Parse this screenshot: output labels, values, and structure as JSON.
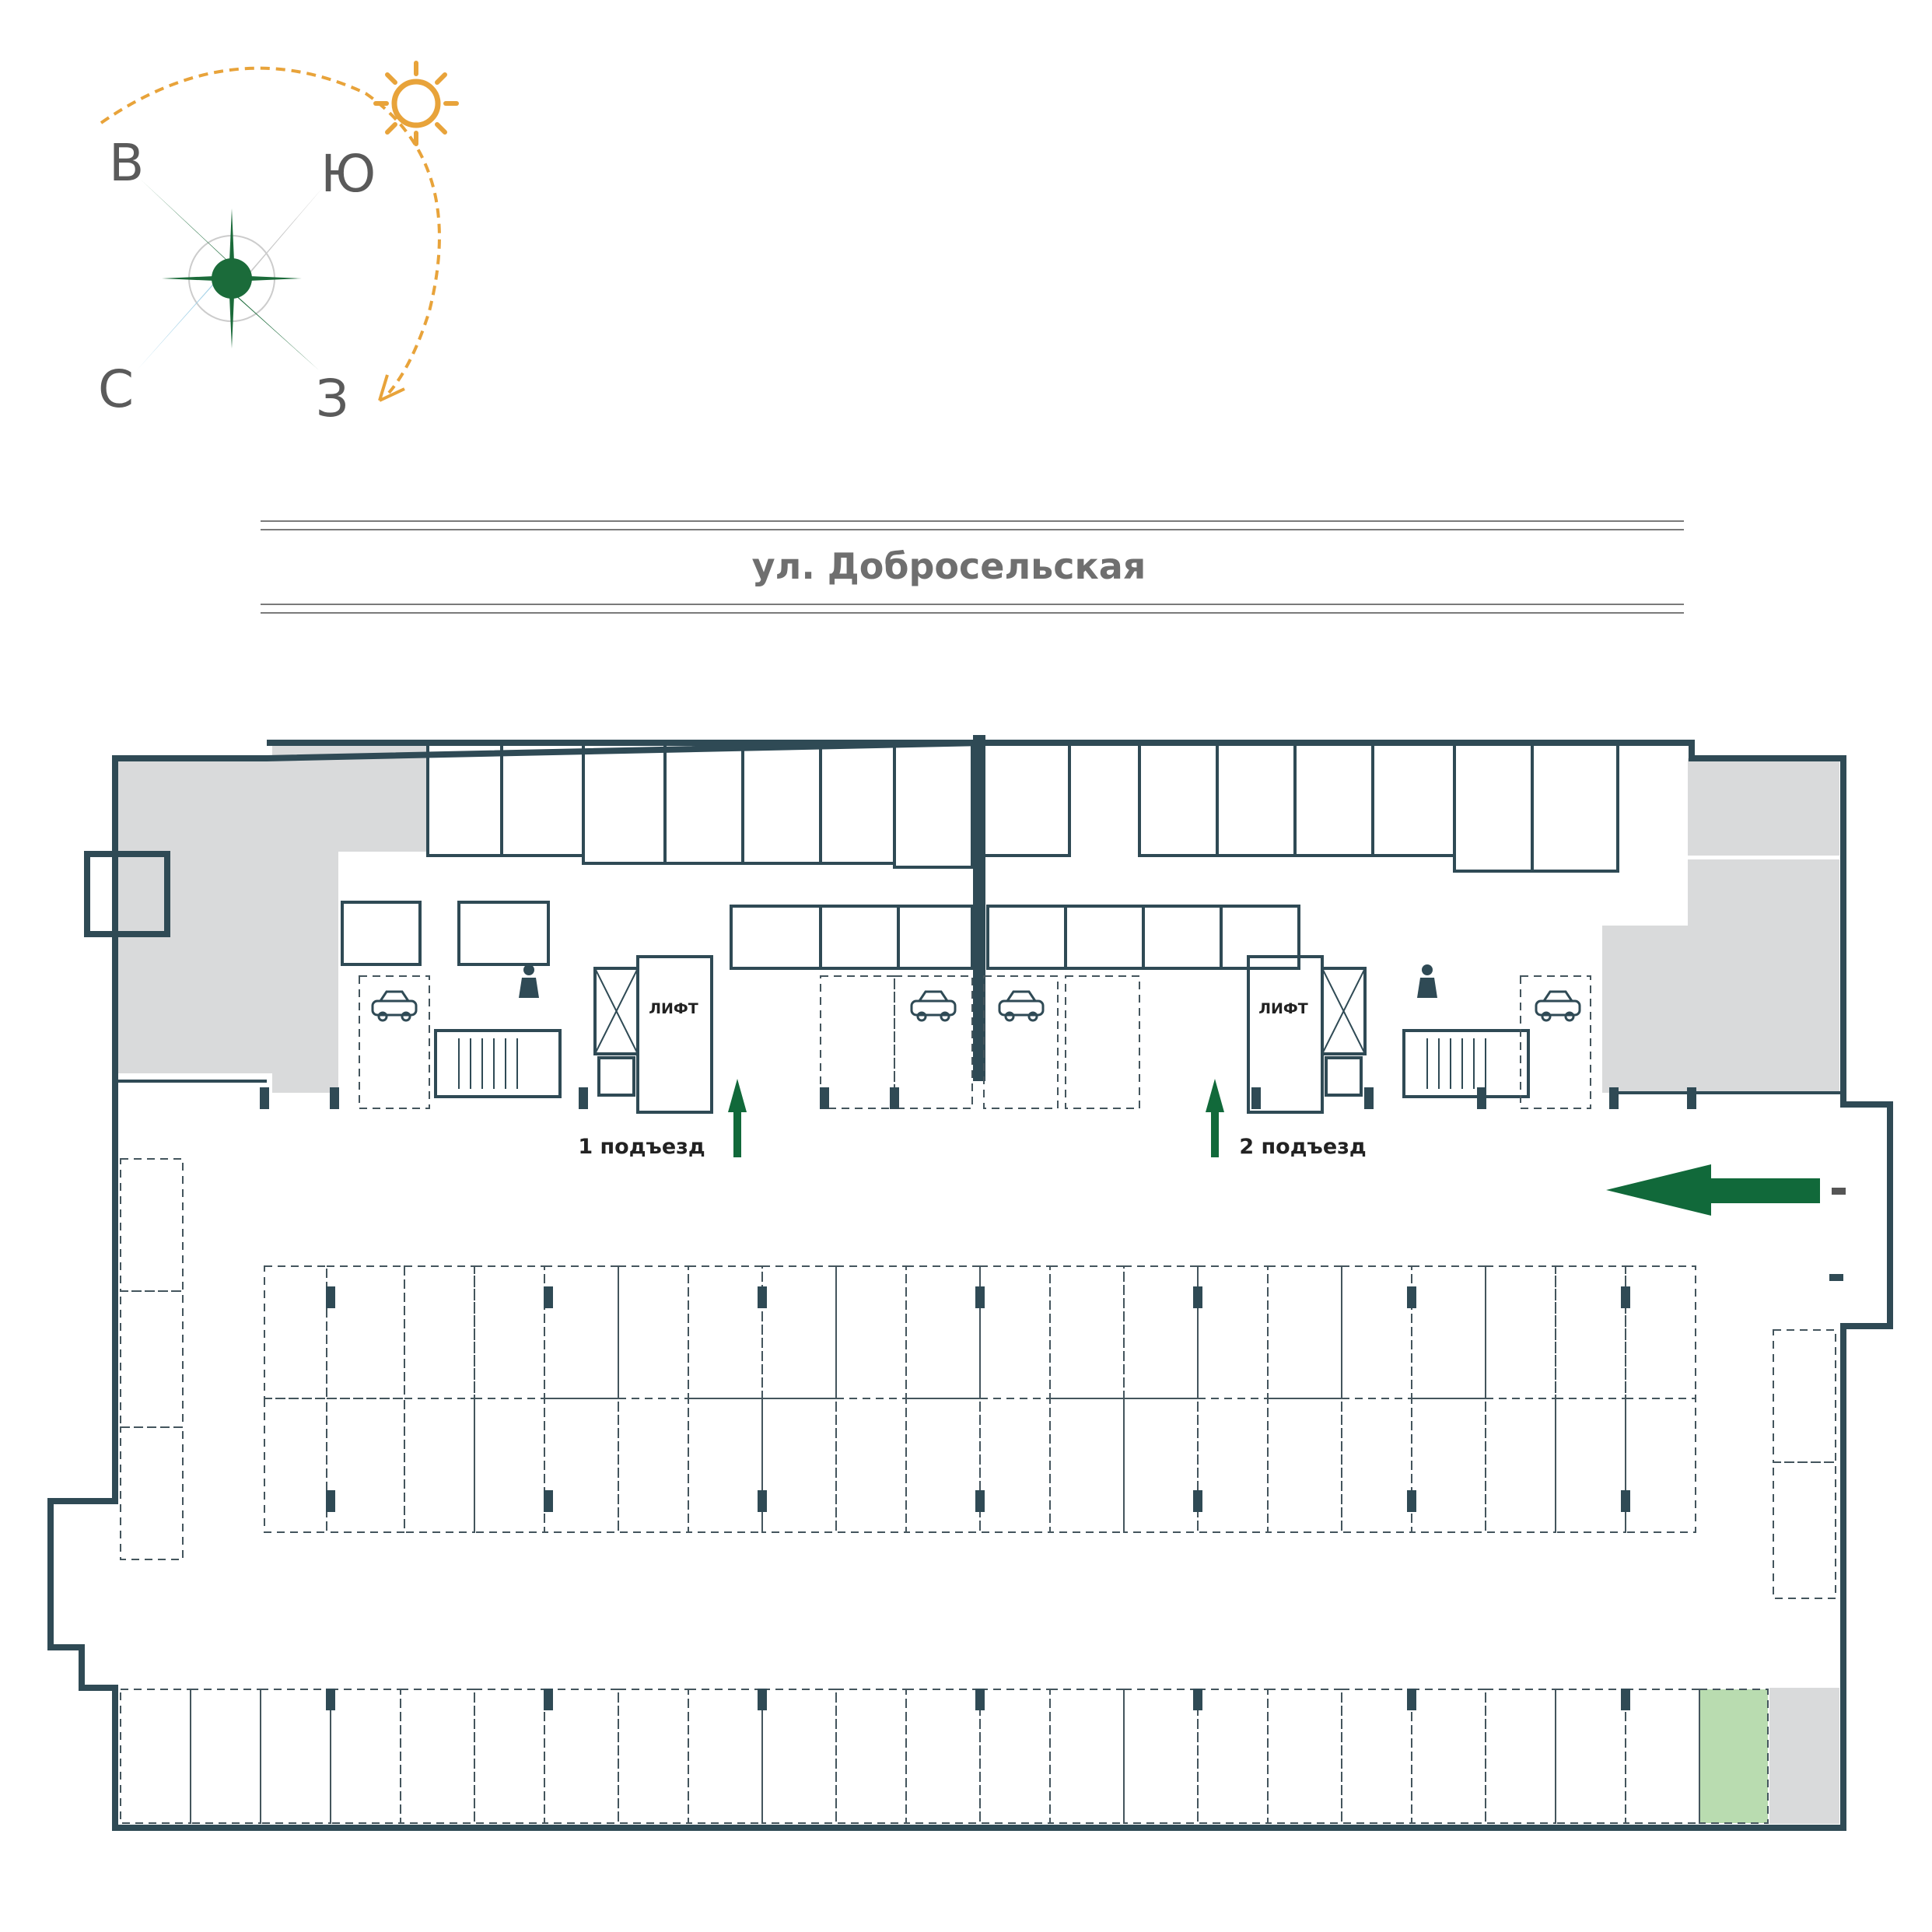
{
  "compass": {
    "east_letter": "В",
    "south_letter": "Ю",
    "north_letter": "С",
    "west_letter": "З",
    "sun_icon": "sun-icon",
    "colors": {
      "accent": "#1b6b3a",
      "sun": "#e8a33a",
      "north_needle": "#a7d3e8",
      "needle_gray": "#c9c9c9"
    }
  },
  "street": {
    "name": "ул. Добросельская"
  },
  "entrances": [
    {
      "label": "1 подъезд"
    },
    {
      "label": "2 подъезд"
    }
  ],
  "lifts": [
    {
      "label": "ЛИФТ"
    },
    {
      "label": "ЛИФТ"
    }
  ],
  "icons": [
    "ev-charging-car-icon",
    "cleaning-staff-icon",
    "entrance-arrow-icon",
    "driveway-arrow-icon"
  ],
  "legend_colors": {
    "walls": "#2f4a55",
    "storage_zone": "#d9dadb",
    "highlighted_spot": "#b9dcb0",
    "arrows": "#11693a"
  }
}
